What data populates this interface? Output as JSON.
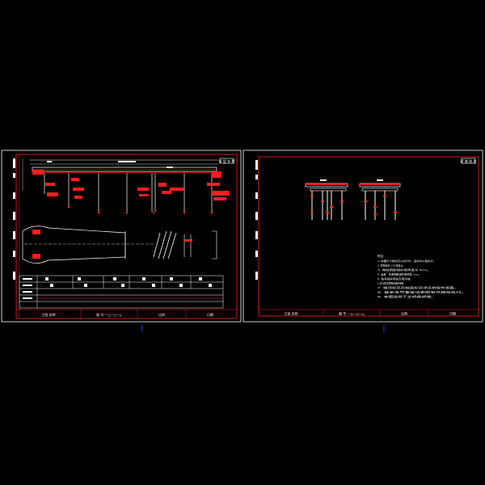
{
  "colors": {
    "background": "#000000",
    "frame": "#ffffff",
    "border": "#ff2020",
    "drawing": "#ffffff",
    "accent": "#ff1e1e",
    "dim": "#3a6bff",
    "marker": "#2040ff"
  },
  "sheet_left": {
    "title_tag": "桥 型 布 置",
    "title_block": {
      "cell1": "工程 名称",
      "cell2": "图 号 —△—△—△",
      "cell3": "比例",
      "cell4": "日期"
    }
  },
  "sheet_right": {
    "title_tag": "桥 墩 构 造",
    "notes_heading": "附注:",
    "notes": [
      "1. 本图尺寸除标高以米计外，其余均以厘米计。",
      "2. 桥墩采用 C30 混凝土。",
      "3. 墩柱钢筋保护层厚度为 5cm。",
      "4. 盖梁、系梁钢筋保护层厚度 3cm。",
      "5. 桩基础采用钻孔灌注桩。",
      "6. 施工时应注意预留支座垫石钢筋。",
      "7. 墩顶标高及桩底标高详见桥型布置图。",
      "8. 其余未尽事宜请参照有关规范执行。",
      "9. 本图适用于全桥各桥墩。"
    ],
    "title_block": {
      "cell1": "工程 名称",
      "cell2": "图 号 —△—△—△",
      "cell3": "比例",
      "cell4": "日期"
    }
  }
}
